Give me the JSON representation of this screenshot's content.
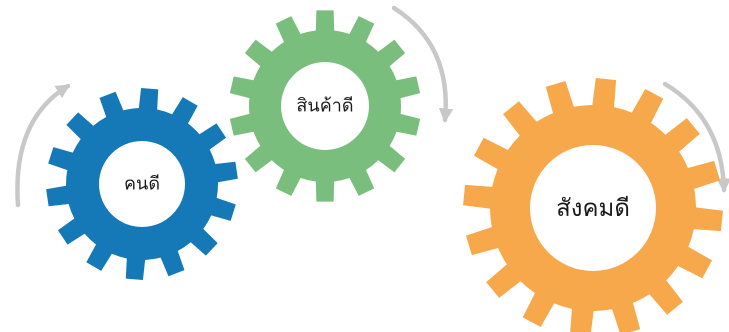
{
  "diagram": {
    "gears": [
      {
        "label": "คนดี",
        "color": "#1479B6"
      },
      {
        "label": "สินค้าดี",
        "color": "#79BE7D"
      },
      {
        "label": "สังคมดี",
        "color": "#F6A84A"
      }
    ],
    "arrow_color": "#C8C8C8"
  }
}
